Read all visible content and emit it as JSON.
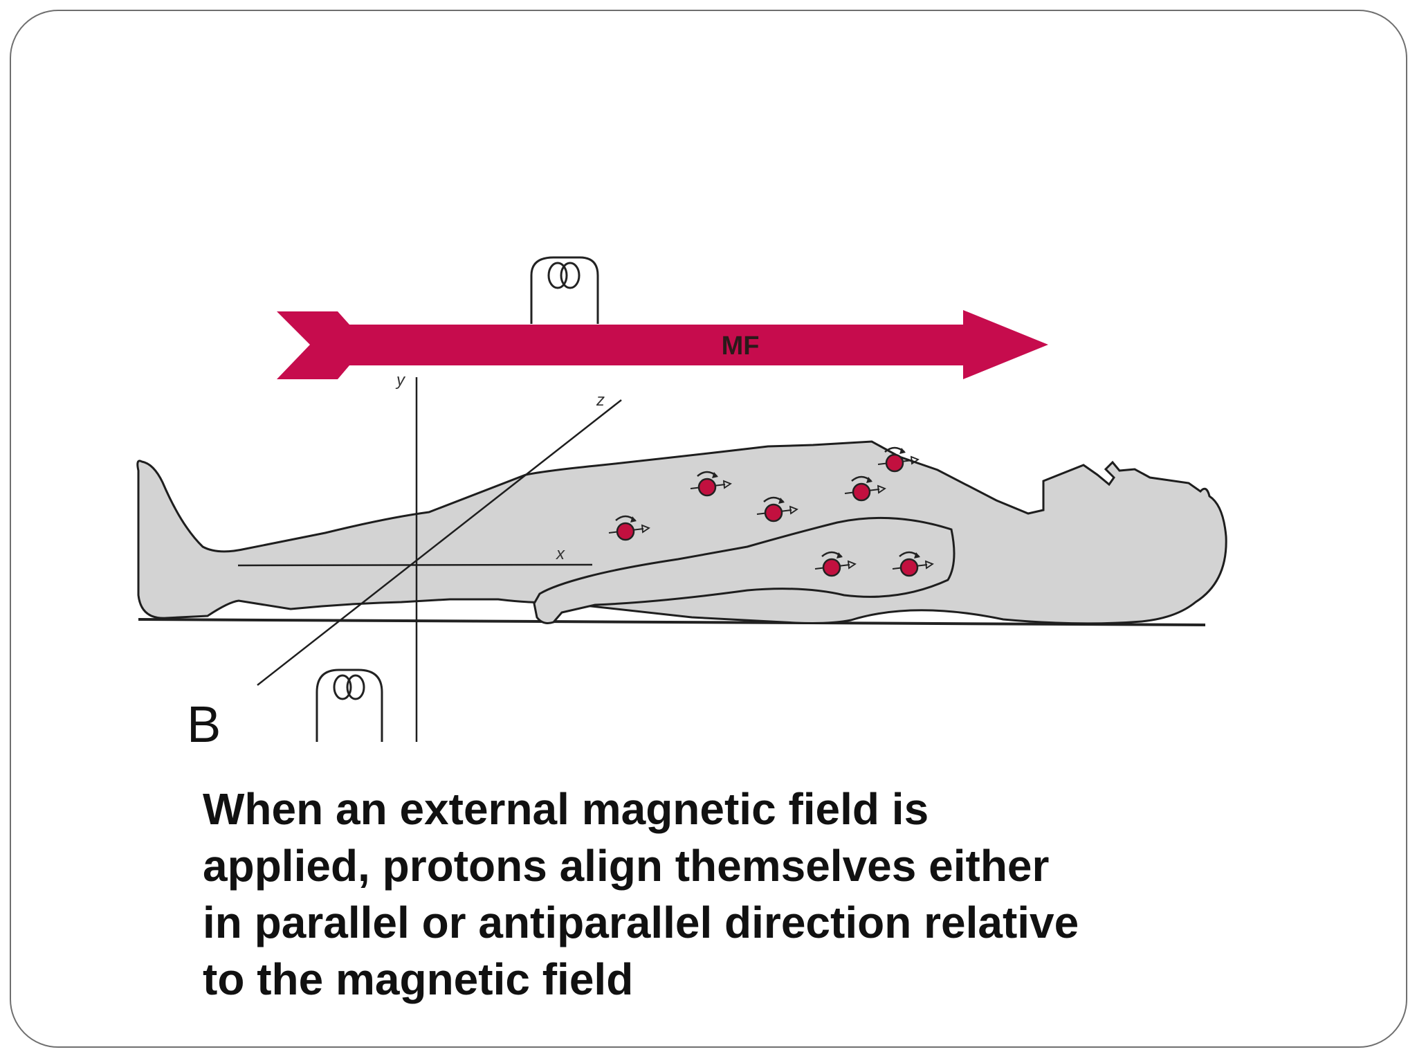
{
  "diagram": {
    "field_label": "MF",
    "panel_label": "B",
    "axis_labels": {
      "x": "x",
      "y": "y",
      "z": "z"
    }
  },
  "caption": {
    "lines": [
      "When an external magnetic field is",
      "applied, protons align themselves either",
      "in parallel or antiparallel direction relative",
      "to the magnetic field"
    ]
  },
  "colors": {
    "field_arrow": "#c60c4d",
    "body_fill": "#d3d3d3",
    "proton": "#c2103f",
    "outline": "#222222"
  },
  "icons": [
    "coil-icon",
    "proton-icon",
    "arrow-icon"
  ]
}
